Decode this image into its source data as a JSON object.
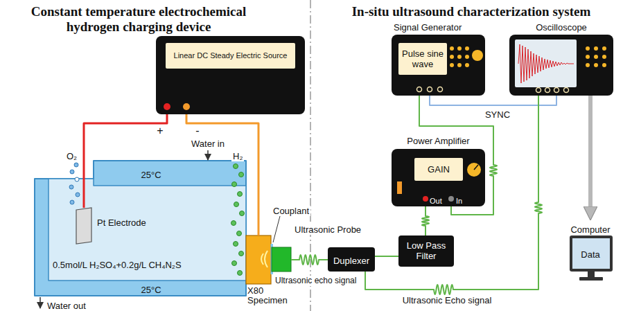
{
  "diagram": {
    "nodes": [
      {
        "text": [
          "Linear DC Steady Electric Source"
        ]
      },
      {
        "text": [
          "25°C",
          "25°C"
        ]
      },
      {
        "text": [
          "0.5mol/L H₂SO₄+0.2g/L CH₄N₂S"
        ],
        "in": 1
      },
      {
        "text": [
          "Pt Electrode"
        ],
        "in": 2
      },
      {
        "text": [
          "X80 Specimen"
        ]
      },
      {
        "text": [
          "Ultrasonic Probe"
        ]
      },
      {
        "text": [
          "Signal Generator",
          "Pulse sine wave"
        ]
      },
      {
        "text": [
          "Oscilloscope"
        ]
      },
      {
        "text": [
          "Power Amplifier",
          "GAIN",
          "Out",
          "In"
        ]
      },
      {
        "text": [
          "Low Pass Filter"
        ]
      },
      {
        "text": [
          "Duplexer"
        ]
      },
      {
        "text": [
          "Computer",
          "Data"
        ]
      }
    ],
    "edges": [
      {
        "from": 0,
        "to": 3,
        "arrow": "none"
      },
      {
        "from": 0,
        "to": 4,
        "arrow": "none"
      },
      {
        "from": 10,
        "to": 5,
        "arrow": "none"
      },
      {
        "from": 9,
        "to": 10,
        "arrow": "none"
      },
      {
        "from": 8,
        "to": 9,
        "arrow": "none"
      },
      {
        "from": 6,
        "to": 8,
        "arrow": "none"
      },
      {
        "from": 6,
        "to": 7,
        "label": "SYNC",
        "arrow": "none"
      },
      {
        "from": 10,
        "to": 7,
        "label": "Ultrasonic Echo signal",
        "arrow": "none"
      },
      {
        "from": 7,
        "to": 11,
        "arrow": "to"
      }
    ],
    "labels": [
      "Constant temperature electrochemical hydrogen charging device",
      "In-situ ultrasound characterization system",
      "+",
      "-",
      "O₂",
      "H₂",
      "Water in",
      "Water out",
      "Couplant",
      "Ultrasonic echo signal"
    ]
  }
}
